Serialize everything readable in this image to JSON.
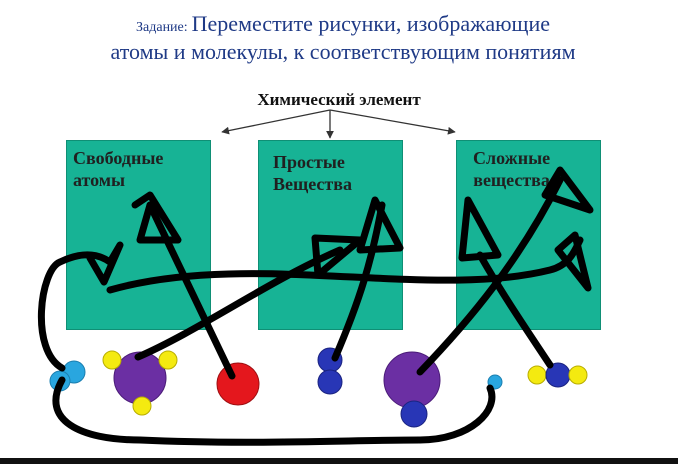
{
  "task": {
    "lead": "Задание:",
    "text_line1": "Переместите рисунки, изображающие",
    "text_line2": "атомы и молекулы, к соответствующим понятиям"
  },
  "diagram": {
    "root": "Химический элемент",
    "boxes": [
      {
        "label": "Свободные\nатомы"
      },
      {
        "label": "Простые\nВещества"
      },
      {
        "label": "Сложные\nвещества"
      }
    ]
  },
  "colors": {
    "title_text": "#1f3a86",
    "box_fill": "#17b395",
    "ink": "#000000",
    "atom_light_blue": "#29a6df",
    "atom_purple": "#6b2fa3",
    "atom_yellow": "#f4ea10",
    "atom_red": "#e4171d",
    "atom_dark_blue": "#2836b6"
  }
}
